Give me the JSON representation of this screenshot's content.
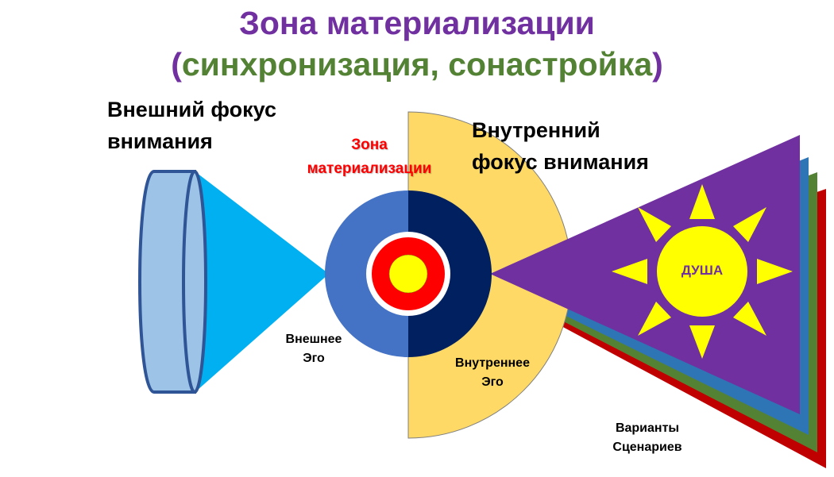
{
  "title": {
    "line1": "Зона материализации",
    "line2_open": "(",
    "line2_text": "синхронизация, сонастройка",
    "line2_close": ")"
  },
  "labels": {
    "external_focus_line1": "Внешний фокус",
    "external_focus_line2": "внимания",
    "internal_focus_line1": "Внутренний",
    "internal_focus_line2": "фокус внимания",
    "materialization_zone_line1": "Зона",
    "materialization_zone_line2": "материализации",
    "external_ego_line1": "Внешнее",
    "external_ego_line2": "Эго",
    "internal_ego_line1": "Внутреннее",
    "internal_ego_line2": "Эго",
    "soul": "ДУША",
    "scenarios_line1": "Варианты",
    "scenarios_line2": "Сценариев"
  },
  "colors": {
    "title_purple": "#7030a0",
    "title_green": "#548235",
    "zone_red": "#ff0000",
    "lens_fill": "#9dc3e6",
    "lens_stroke": "#2f5597",
    "cone_blue": "#00b0f0",
    "outer_ego_blue": "#4472c4",
    "inner_ego_navy": "#002060",
    "inner_half_disc": "#ffd966",
    "core_red": "#ff0000",
    "core_yellow": "#ffff00",
    "soul_triangle_purple": "#7030a0",
    "layer_blue": "#2e75b6",
    "layer_green": "#548235",
    "layer_red": "#c00000",
    "sun_yellow": "#ffff00"
  }
}
